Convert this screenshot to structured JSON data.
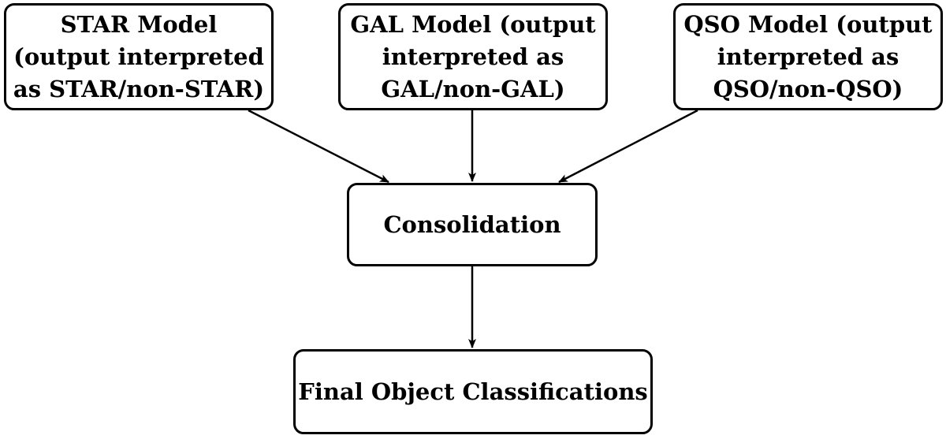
{
  "nodes": {
    "star": {
      "lines": [
        "STAR Model",
        "(output interpreted",
        "as STAR/non-STAR)"
      ]
    },
    "gal": {
      "lines": [
        "GAL Model (output",
        "interpreted as",
        "GAL/non-GAL)"
      ]
    },
    "qso": {
      "lines": [
        "QSO Model (output",
        "interpreted as",
        "QSO/non-QSO)"
      ]
    },
    "consolidation": {
      "label": "Consolidation"
    },
    "final": {
      "label": "Final Object Classifications"
    }
  },
  "edges": [
    {
      "from": "star",
      "to": "consolidation"
    },
    {
      "from": "gal",
      "to": "consolidation"
    },
    {
      "from": "qso",
      "to": "consolidation"
    },
    {
      "from": "consolidation",
      "to": "final"
    }
  ],
  "colors": {
    "stroke": "#000000",
    "background": "#ffffff"
  }
}
